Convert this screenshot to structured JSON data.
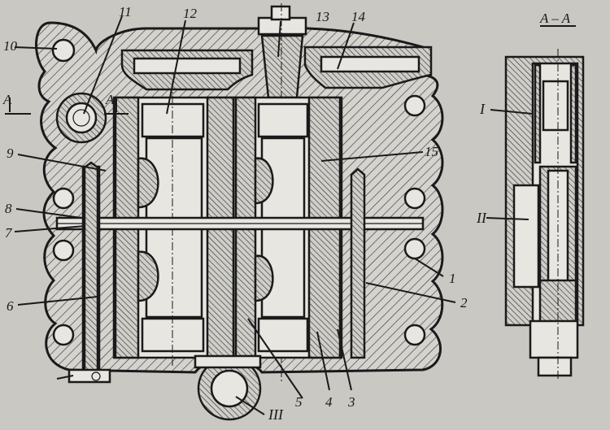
{
  "labels": {
    "n1": "1",
    "n2": "2",
    "n3": "3",
    "n4": "4",
    "n5": "5",
    "n6": "6",
    "n7": "7",
    "n8": "8",
    "n9": "9",
    "n10": "10",
    "n11": "11",
    "n12": "12",
    "n13": "13",
    "n14": "14",
    "n15": "15",
    "III": "III",
    "I": "I",
    "II": "II",
    "A_left": "A",
    "A_right": "A",
    "section": "A – A"
  }
}
